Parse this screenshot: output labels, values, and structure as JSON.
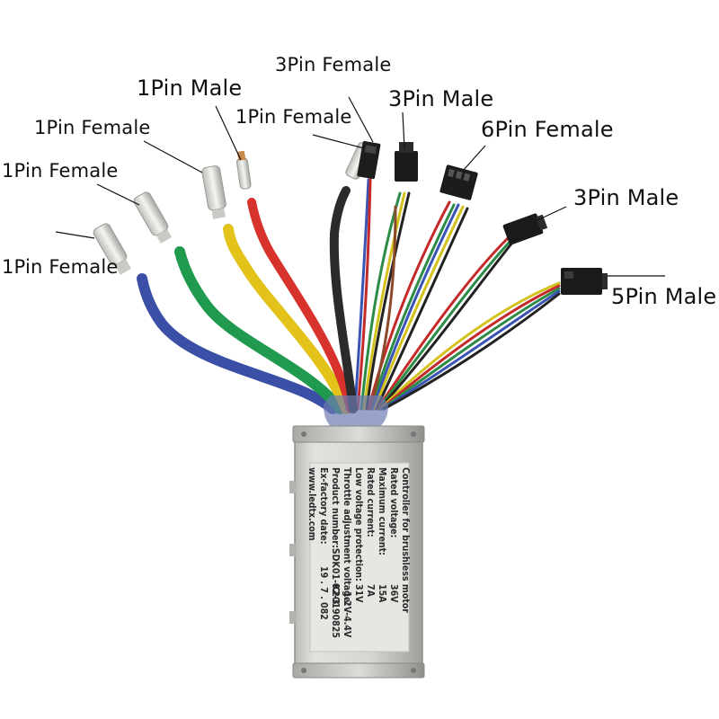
{
  "labels": {
    "l1": "1Pin Male",
    "l2": "3Pin Female",
    "l3": "3Pin Male",
    "l4": "1Pin Female",
    "l5": "1Pin Female",
    "l6": "6Pin Female",
    "l7": "1Pin Female",
    "l8": "3Pin Male",
    "l9": "1Pin Female",
    "l10": "5Pin Male"
  },
  "plate": {
    "title": "Controller for brushless motor",
    "rows": [
      {
        "k": "Rated voltage:",
        "v": "36V"
      },
      {
        "k": "Maximum current:",
        "v": "15A"
      },
      {
        "k": "Rated current:",
        "v": "7A"
      },
      {
        "k": "Low voltage protection:",
        "v": "31V"
      },
      {
        "k": "Throttle adjustment voltage:",
        "v": "1.2V-4.4V"
      },
      {
        "k": "Product number:SDK01-02-3",
        "v": "K20190825"
      },
      {
        "k": "Ex-factory date:",
        "v": "19  .  7  .  082"
      }
    ],
    "site": "www.ledtx.com"
  },
  "colors": {
    "blue": "#3b4fa6",
    "green": "#1f9a4f",
    "yellow": "#e3c21a",
    "red": "#d8322c",
    "black": "#2b2b2b",
    "housing": "#d3d3cf"
  }
}
